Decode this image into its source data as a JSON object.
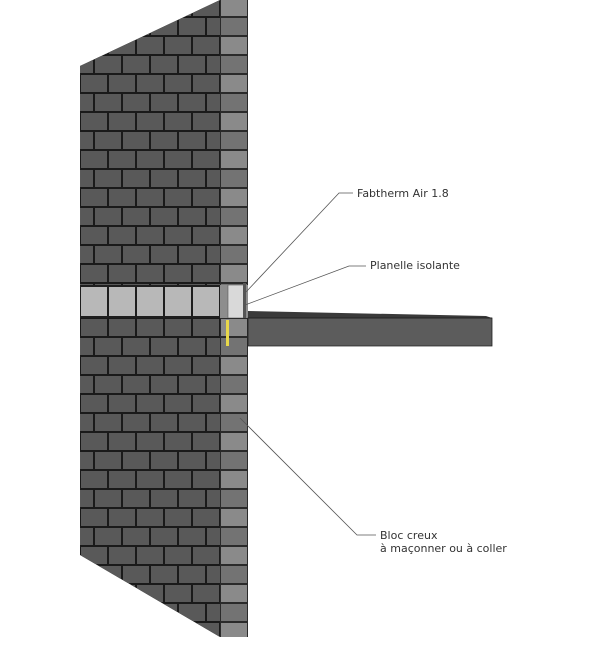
{
  "labels": {
    "fabtherm": "Fabtherm Air 1.8",
    "planelle": "Planelle isolante",
    "bloc_line1": "Bloc creux",
    "bloc_line2": "à maçonner ou à coller"
  },
  "colors": {
    "block_face": "#595959",
    "block_mortar": "#1a1a1a",
    "block_side": "#8a8a8a",
    "block_side_dark": "#737373",
    "insulation_band": "#b8b8b8",
    "slab_top": "#3a3a3a",
    "slab_face": "#5c5c5c",
    "yellow_strip": "#e8d84a",
    "leader": "#555555",
    "text": "#333333"
  }
}
